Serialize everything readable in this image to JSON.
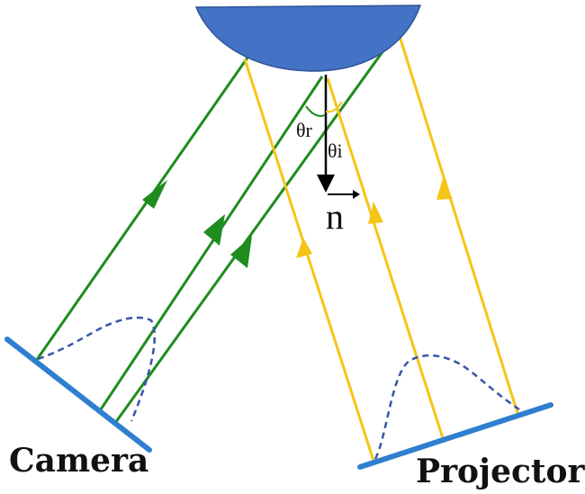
{
  "labels": {
    "camera": "Camera",
    "projector": "Projector",
    "theta_r": "θr",
    "theta_i": "θi",
    "normal": "n"
  },
  "colors": {
    "object": "#4472C4",
    "reflected_ray": "#1E8C1E",
    "incident_ray": "#F5C518",
    "sensor_plane": "#2F7FD0",
    "profile_curve": "#3A56A8",
    "normal_arrow": "#000000"
  },
  "icons": {
    "object": "hemisphere-object",
    "camera": "camera-sensor-plane",
    "projector": "projector-plane"
  }
}
